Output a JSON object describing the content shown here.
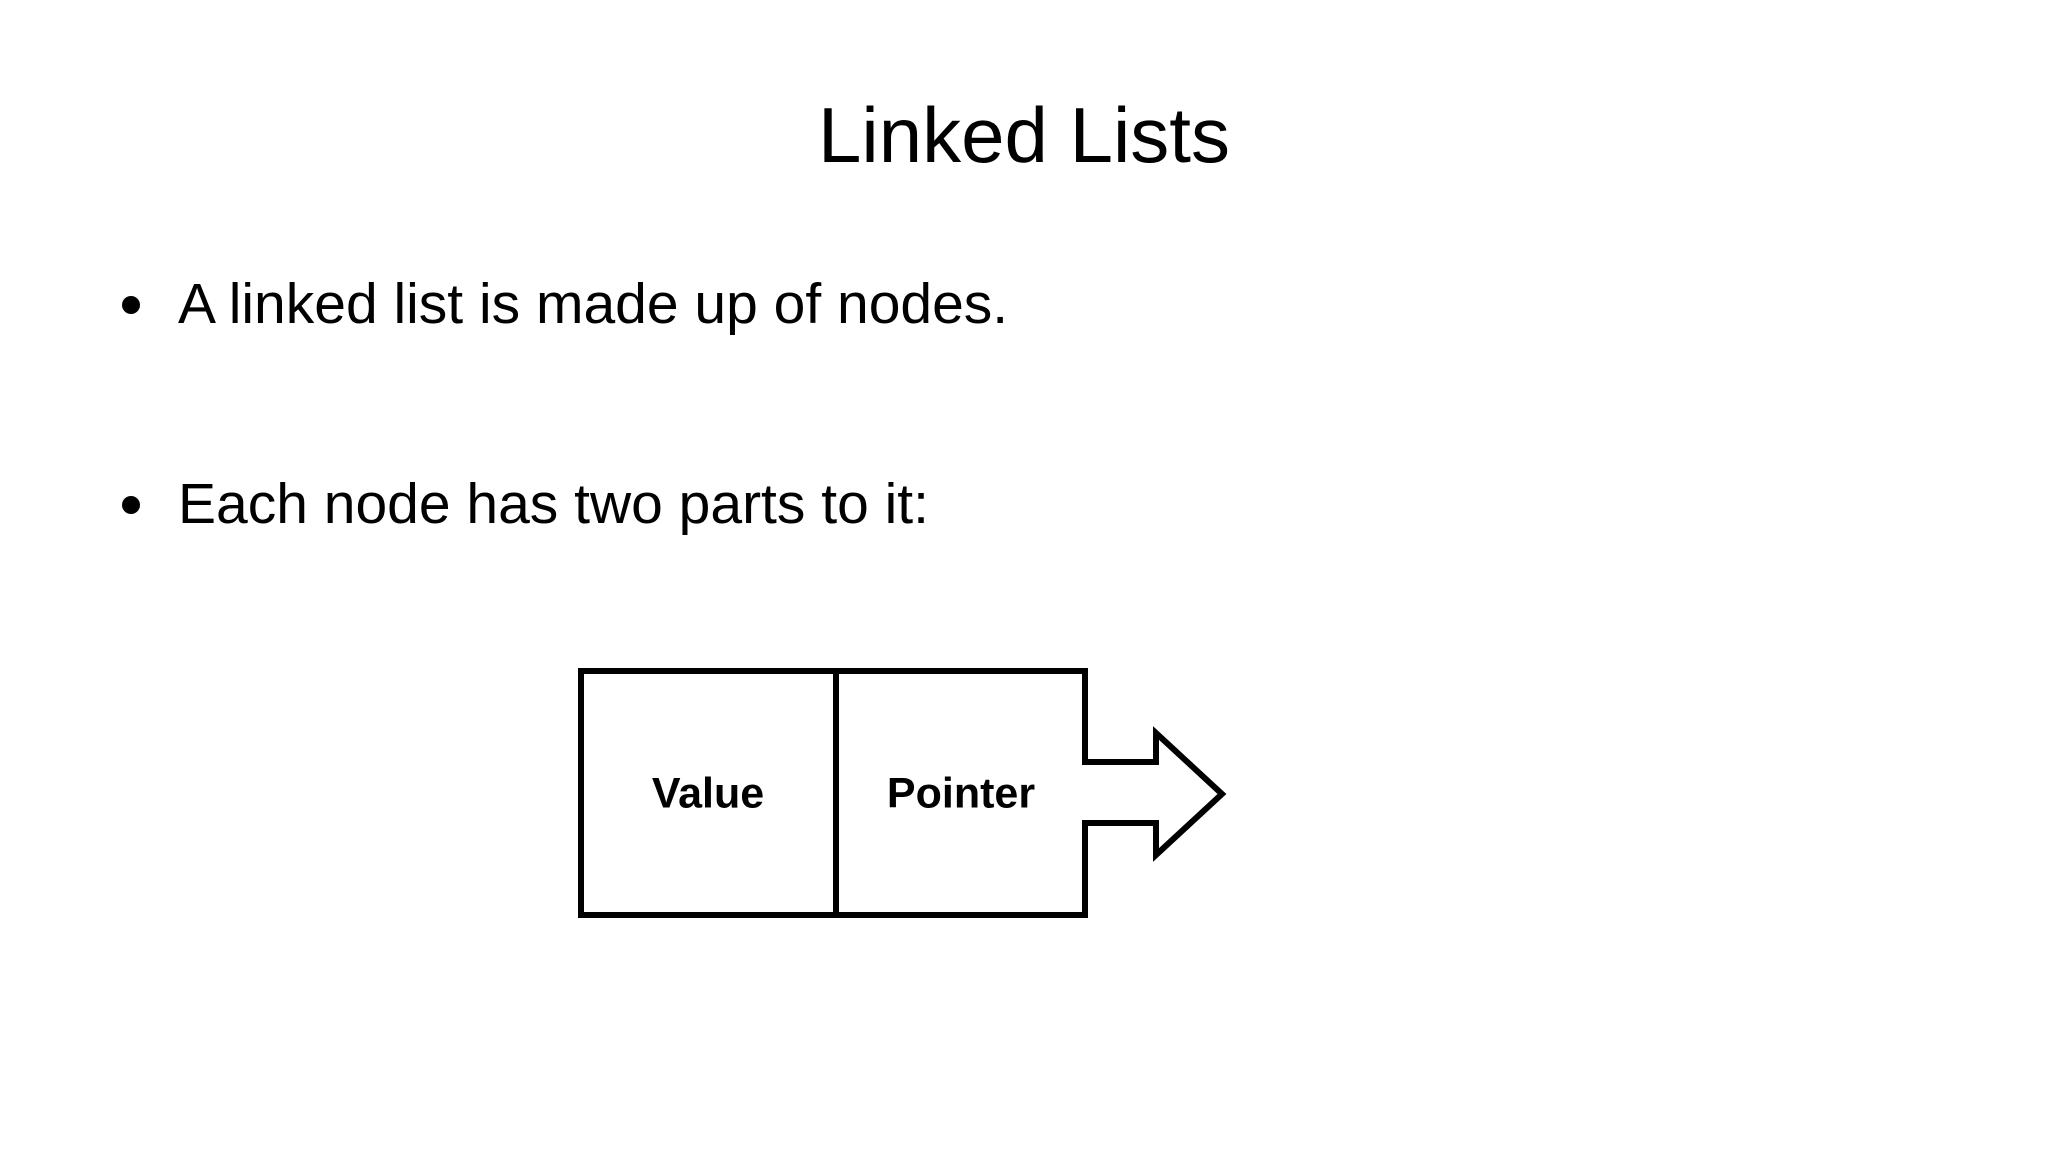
{
  "slide": {
    "title": "Linked Lists",
    "background_color": "#ffffff",
    "text_color": "#000000"
  },
  "bullets": [
    {
      "marker": "bullet-dot",
      "text": "A linked list is made up of nodes."
    },
    {
      "marker": "bullet-dot",
      "text": "Each node has two parts to it:"
    }
  ],
  "diagram": {
    "type": "linked-list-node",
    "stroke_color": "#000000",
    "fill_color": "#ffffff",
    "cells": [
      {
        "label": "Value"
      },
      {
        "label": "Pointer"
      }
    ],
    "arrow": {
      "name": "pointer-arrow",
      "direction": "right"
    }
  }
}
